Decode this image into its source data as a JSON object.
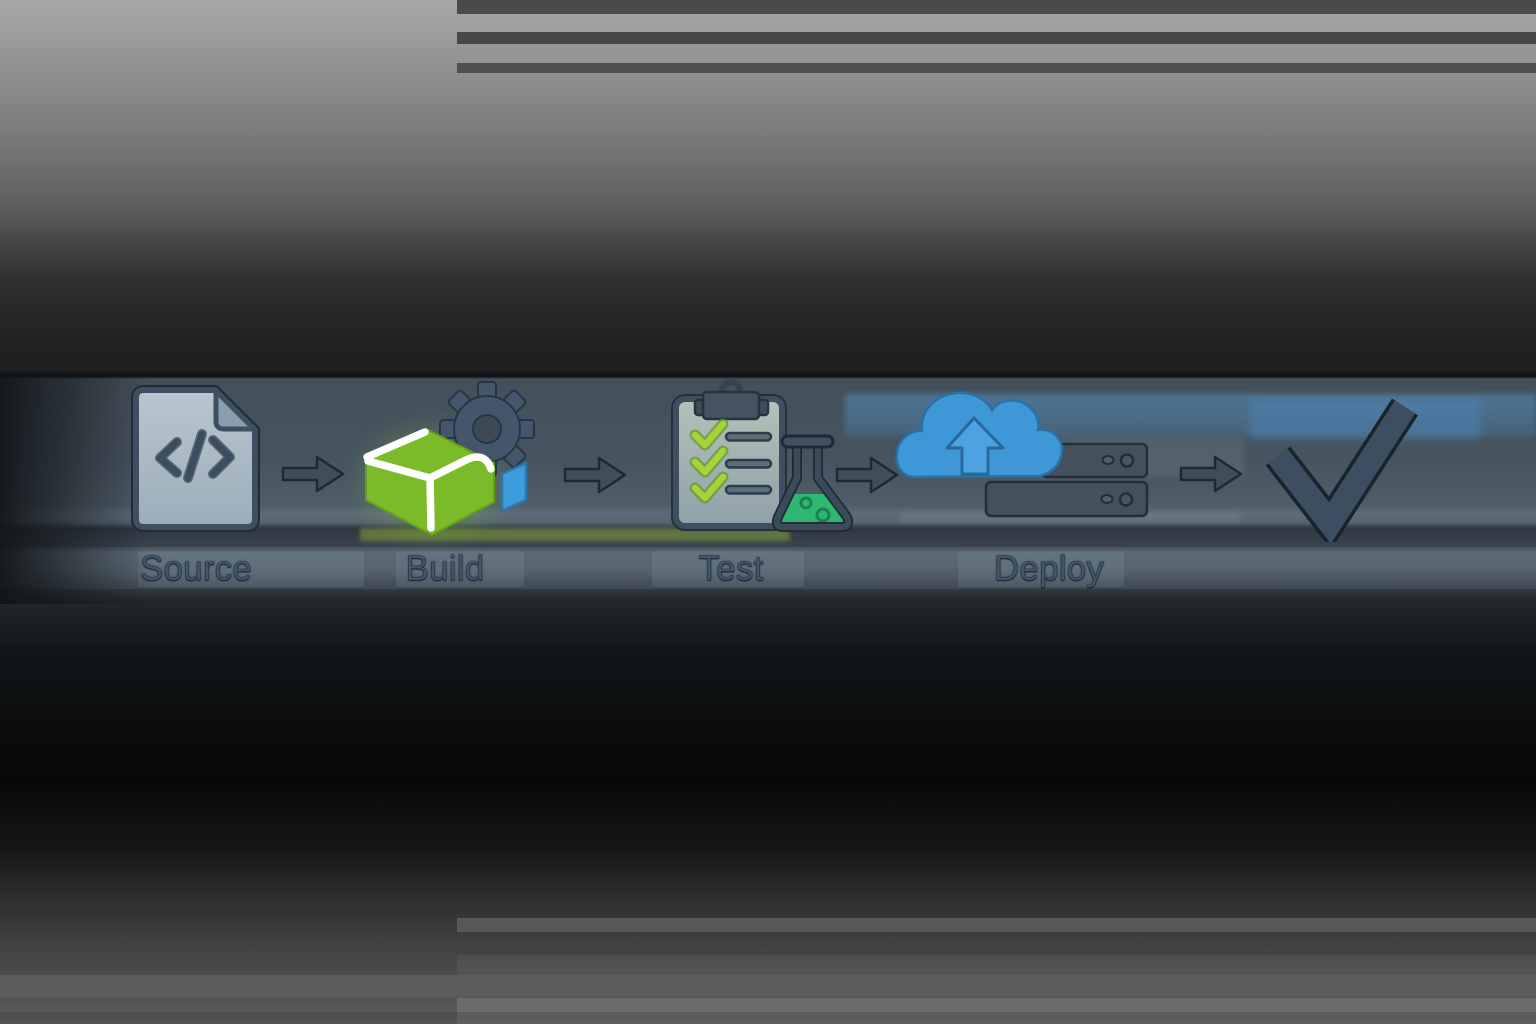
{
  "diagram": {
    "stages": [
      {
        "label": "Source",
        "icon": "source-code-file-icon"
      },
      {
        "label": "Build",
        "icon": "build-package-gear-icon"
      },
      {
        "label": "Test",
        "icon": "test-checklist-flask-icon"
      },
      {
        "label": "Deploy",
        "icon": "deploy-cloud-upload-servers-icon"
      },
      {
        "label": "",
        "icon": "success-checkmark-icon"
      }
    ],
    "connector_icon": "arrow-right-icon"
  },
  "colors": {
    "build_box_green": "#7bbb2a",
    "checkmark_green": "#a5d437",
    "flask_liquid_green": "#2db771",
    "cloud_blue": "#3e97d7",
    "artifact_blue": "#3d9cdb",
    "slate_icon": "#3e4c59",
    "label_text": "#43566b",
    "background_top_gray": "#a8a8a8",
    "background_dark": "#070808"
  }
}
